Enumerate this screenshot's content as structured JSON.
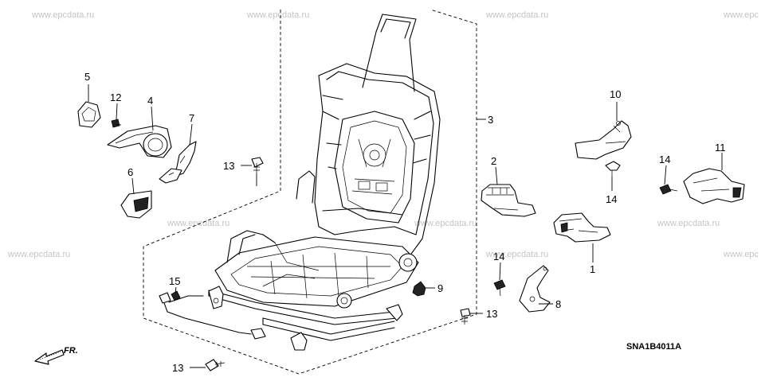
{
  "watermark": "www.epcdata.ru",
  "watermark_partial": "www.epc",
  "diagram_code": "SNA1B4011A",
  "front_arrow_label": "FR.",
  "callouts": {
    "c1": "1",
    "c2": "2",
    "c3": "3",
    "c4": "4",
    "c5": "5",
    "c6": "6",
    "c7": "7",
    "c8": "8",
    "c9": "9",
    "c10": "10",
    "c11": "11",
    "c12": "12",
    "c13a": "13",
    "c13b": "13",
    "c13c": "13",
    "c14a": "14",
    "c14b": "14",
    "c14c": "14",
    "c15": "15"
  }
}
